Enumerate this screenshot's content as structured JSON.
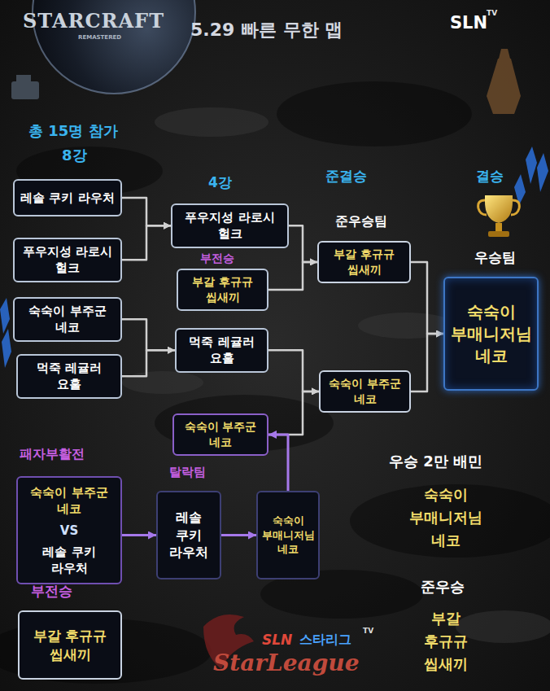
{
  "diagram": {
    "title": "5.29 빠른 무한 맵",
    "nodes": [
      {
        "text": [
          "레솔 쿠키 라우처"
        ]
      },
      {
        "text": [
          "푸우지성 라로시 헐크"
        ]
      },
      {
        "text": [
          "숙숙이 부주군 네코"
        ]
      },
      {
        "text": [
          "먹죽 레귤러 요훌"
        ]
      },
      {
        "text": [
          "푸우지성 라로시 헐크"
        ]
      },
      {
        "text": [
          "부갈 후규규 씹새끼"
        ]
      },
      {
        "text": [
          "먹죽 레귤러 요훌"
        ]
      },
      {
        "text": [
          "숙숙이 부주군 네코"
        ]
      },
      {
        "text": [
          "부갈 후규규 씹새끼"
        ]
      },
      {
        "text": [
          "숙숙이 부주군 네코"
        ]
      },
      {
        "text": [
          "숙숙이 부매니저님 네코"
        ]
      },
      {
        "text": [
          "숙숙이 부주군 네코",
          "VS",
          "레솔 쿠키 라우처"
        ]
      },
      {
        "text": [
          "레솔 쿠키 라우처"
        ]
      },
      {
        "text": [
          "숙숙이 부매니저님 네코"
        ]
      },
      {
        "text": [
          "부갈 후규규 씹새끼"
        ]
      }
    ],
    "edges": [
      {
        "from": 0,
        "to": 4,
        "arrow": "to"
      },
      {
        "from": 1,
        "to": 4,
        "arrow": "to"
      },
      {
        "from": 2,
        "to": 6,
        "arrow": "to"
      },
      {
        "from": 3,
        "to": 6,
        "arrow": "to"
      },
      {
        "from": 4,
        "to": 8,
        "arrow": "to"
      },
      {
        "from": 5,
        "to": 8,
        "arrow": "to"
      },
      {
        "from": 6,
        "to": 9,
        "arrow": "to"
      },
      {
        "from": 7,
        "to": 9,
        "arrow": "to"
      },
      {
        "from": 8,
        "to": 10,
        "arrow": "to"
      },
      {
        "from": 9,
        "to": 10,
        "arrow": "to"
      },
      {
        "from": 11,
        "to": 12,
        "arrow": "to"
      },
      {
        "from": 12,
        "to": 13,
        "arrow": "to"
      },
      {
        "from": 13,
        "to": 7,
        "arrow": "to"
      }
    ],
    "labels": [
      "STARCRAFT",
      "REMASTERED",
      "SLN",
      "TV",
      "총 15명 참가",
      "8강",
      "4강",
      "준결승",
      "결승",
      "준우승팀",
      "우승팀",
      "부전승",
      "패자부활전",
      "탈락팀",
      "부전승",
      "우승 2만 배민",
      "숙숙이 부매니저님 네코",
      "준우승",
      "부갈 후규규 씹새끼",
      "SLN",
      "스타리그",
      "TV",
      "StarLeague"
    ]
  }
}
